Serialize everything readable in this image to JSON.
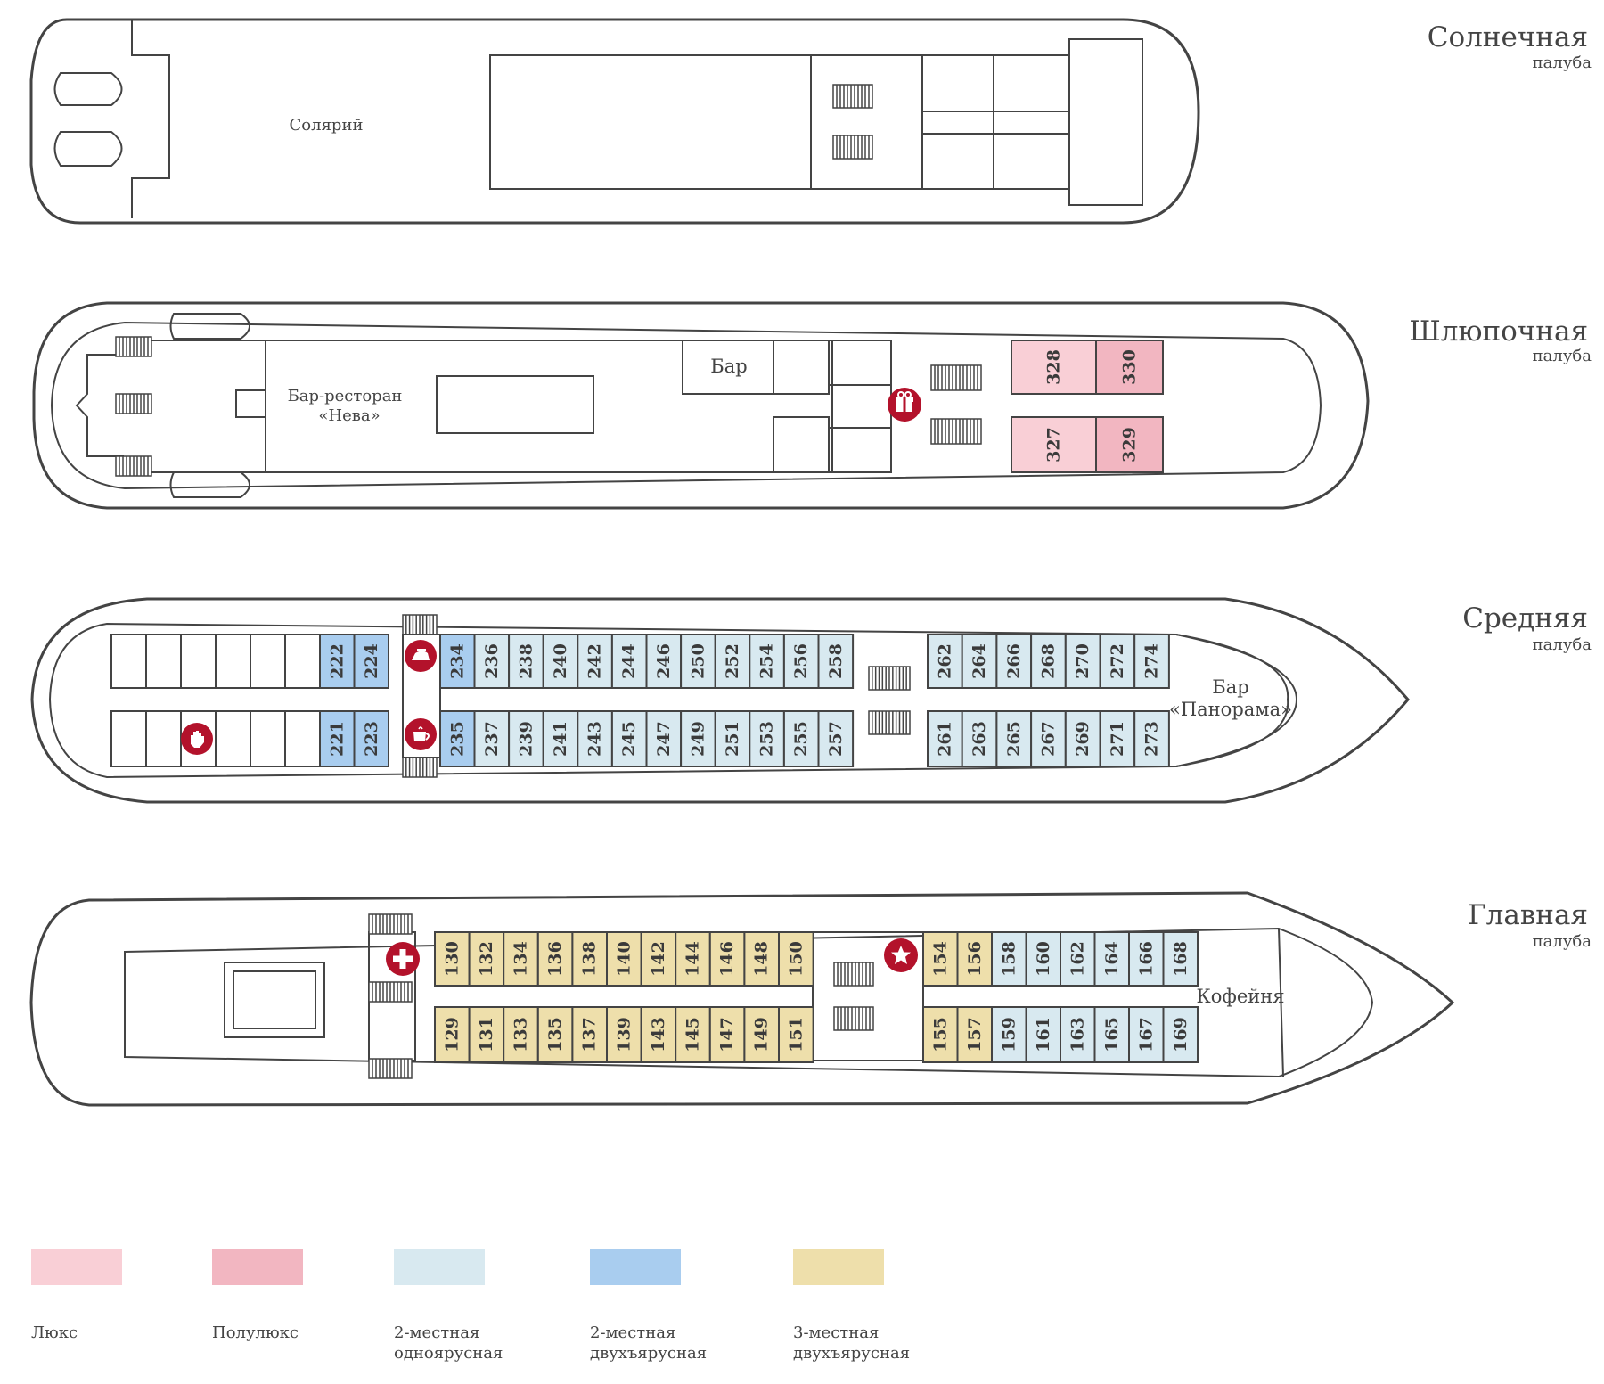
{
  "decks": [
    {
      "title": "Солнечная",
      "sub": "палуба"
    },
    {
      "title": "Шлюпочная",
      "sub": "палуба"
    },
    {
      "title": "Средняя",
      "sub": "палуба"
    },
    {
      "title": "Главная",
      "sub": "палуба"
    }
  ],
  "labels": {
    "solarium": "Солярий",
    "bar_restaurant_1": "Бар-ресторан",
    "bar_restaurant_2": "«Нева»",
    "bar": "Бар",
    "bar_panorama_1": "Бар",
    "bar_panorama_2": "«Панорама»",
    "coffee": "Кофейня"
  },
  "cabins": {
    "boat_top": [
      {
        "n": "328",
        "type": "lux"
      },
      {
        "n": "330",
        "type": "semi"
      }
    ],
    "boat_bottom": [
      {
        "n": "327",
        "type": "lux"
      },
      {
        "n": "329",
        "type": "semi"
      }
    ],
    "middle_top_bunk": [
      "222",
      "224"
    ],
    "middle_bottom_bunk": [
      "221",
      "223"
    ],
    "middle_top_a": [
      "234",
      "236",
      "238",
      "240",
      "242",
      "244",
      "246",
      "250",
      "252",
      "254",
      "256",
      "258"
    ],
    "middle_bottom_a": [
      "235",
      "237",
      "239",
      "241",
      "243",
      "245",
      "247",
      "249",
      "251",
      "253",
      "255",
      "257"
    ],
    "middle_top_b": [
      "262",
      "264",
      "266",
      "268",
      "270",
      "272",
      "274"
    ],
    "middle_bottom_b": [
      "261",
      "263",
      "265",
      "267",
      "269",
      "271",
      "273"
    ],
    "main_top_a": [
      "130",
      "132",
      "134",
      "136",
      "138",
      "140",
      "142",
      "144",
      "146",
      "148",
      "150"
    ],
    "main_bottom_a": [
      "129",
      "131",
      "133",
      "135",
      "137",
      "139",
      "143",
      "145",
      "147",
      "149",
      "151"
    ],
    "main_top_b_triple": [
      "154",
      "156"
    ],
    "main_top_b_single": [
      "158",
      "160",
      "162",
      "164",
      "166",
      "168"
    ],
    "main_bottom_b_triple": [
      "155",
      "157"
    ],
    "main_bottom_b_single": [
      "159",
      "161",
      "163",
      "165",
      "167",
      "169"
    ]
  },
  "colors": {
    "lux": "#f9cfd6",
    "semi": "#f2b6c1",
    "single": "#d8e9f0",
    "bunk": "#a9cdef",
    "triple": "#eedfab",
    "icon": "#b3122b"
  },
  "legend": [
    {
      "type": "lux",
      "line1": "Люкс",
      "line2": ""
    },
    {
      "type": "semi",
      "line1": "Полулюкс",
      "line2": ""
    },
    {
      "type": "single",
      "line1": "2-местная",
      "line2": "одноярусная"
    },
    {
      "type": "bunk",
      "line1": "2-местная",
      "line2": "двухъярусная"
    },
    {
      "type": "triple",
      "line1": "3-местная",
      "line2": "двухъярусная"
    }
  ]
}
